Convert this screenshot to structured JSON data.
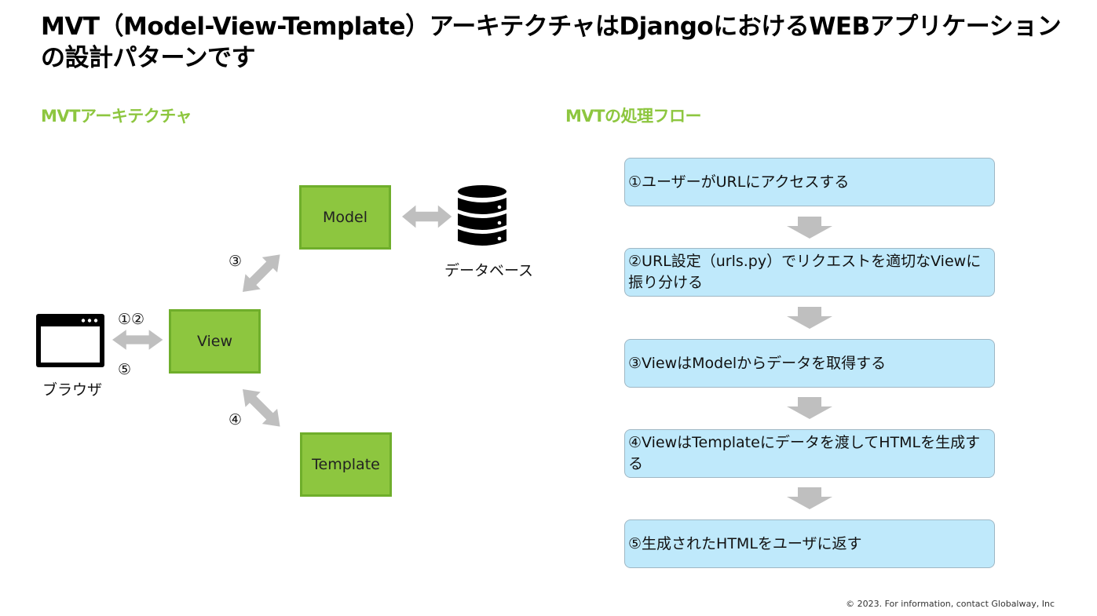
{
  "title": "MVT（Model-View-Template）アーキテクチャはDjangoにおけるWEBアプリケーションの設計パターンです",
  "left_section": {
    "heading": "MVTアーキテクチャ",
    "components": {
      "model": "Model",
      "view": "View",
      "template": "Template"
    },
    "database_label": "データベース",
    "browser_label": "ブラウザ",
    "step_marks": {
      "browser_to_view": "①②",
      "view_to_browser": "⑤",
      "view_model": "③",
      "view_template": "④"
    },
    "icons": {
      "database": "database-icon",
      "browser": "browser-window-icon",
      "arrows": "double-arrow-icon"
    }
  },
  "right_section": {
    "heading": "MVTの処理フロー",
    "steps": [
      "①ユーザーがURLにアクセスする",
      "②URL設定（urls.py）でリクエストを適切なViewに振り分ける",
      "③ViewはModelからデータを取得する",
      "④ViewはTemplateにデータを渡してHTMLを生成する",
      "⑤生成されたHTMLをユーザに返す"
    ]
  },
  "colors": {
    "accent_green": "#8dc63f",
    "box_border_green": "#6fae2b",
    "flow_box_fill": "#bfe9fb",
    "arrow_gray": "#bfbfbf"
  },
  "footer": "© 2023. For information, contact Globalway, Inc"
}
